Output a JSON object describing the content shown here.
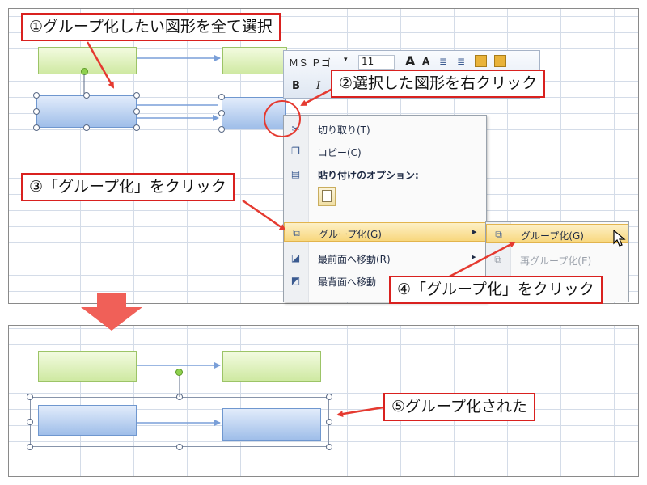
{
  "callouts": {
    "step1": "①グループ化したい図形を全て選択",
    "step2": "②選択した図形を右クリック",
    "step3": "③「グループ化」をクリック",
    "step4": "④「グループ化」をクリック",
    "step5": "⑤グループ化された"
  },
  "mini_toolbar": {
    "font_name": "ＭＳ Ｐゴ",
    "font_size": "11",
    "grow_font": "A",
    "shrink_font": "A",
    "bold": "B",
    "italic": "I"
  },
  "context_menu": {
    "items": [
      {
        "label": "切り取り(T)",
        "icon": "scissors-icon"
      },
      {
        "label": "コピー(C)",
        "icon": "copy-icon"
      },
      {
        "label": "貼り付けのオプション:",
        "icon": "paste-icon"
      },
      {
        "label": "グループ化(G)",
        "icon": "group-icon",
        "submenu_arrow": "▸"
      },
      {
        "label": "最前面へ移動(R)",
        "icon": "bring-front-icon",
        "submenu_arrow": "▸"
      },
      {
        "label": "最背面へ移動",
        "icon": "send-back-icon"
      }
    ]
  },
  "submenu": {
    "items": [
      {
        "label": "グループ化(G)",
        "icon": "group-icon"
      },
      {
        "label": "再グループ化(E)",
        "icon": "regroup-icon"
      }
    ]
  },
  "colors": {
    "callout_border": "#d9211f",
    "arrow": "#e53a30",
    "big_arrow": "#f06058",
    "highlight": "#f8d77d"
  }
}
